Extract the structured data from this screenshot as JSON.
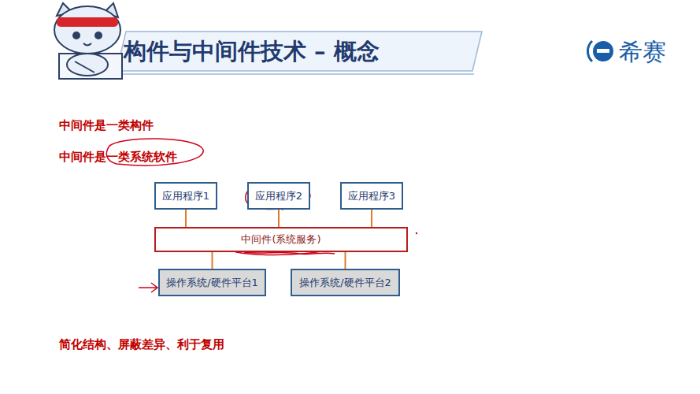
{
  "diagram": {
    "title": "构件与中间件技术 – 概念",
    "nodes": [
      {
        "text": [
          "应用程序1"
        ]
      },
      {
        "text": [
          "应用程序2"
        ]
      },
      {
        "text": [
          "应用程序3"
        ]
      },
      {
        "text": [
          "中间件(系统服务)"
        ]
      },
      {
        "text": [
          "操作系统/硬件平台1"
        ]
      },
      {
        "text": [
          "操作系统/硬件平台2"
        ]
      }
    ],
    "edges": [
      {
        "from": 0,
        "to": 3,
        "arrow": "none"
      },
      {
        "from": 1,
        "to": 3,
        "arrow": "none"
      },
      {
        "from": 2,
        "to": 3,
        "arrow": "none"
      },
      {
        "from": 3,
        "to": 4,
        "arrow": "none"
      },
      {
        "from": 3,
        "to": 5,
        "arrow": "none"
      }
    ],
    "labels": [
      "希赛",
      "中间件是一类构件",
      "中间件是一类系统软件",
      "简化结构、屏蔽差异、利于复用"
    ]
  }
}
